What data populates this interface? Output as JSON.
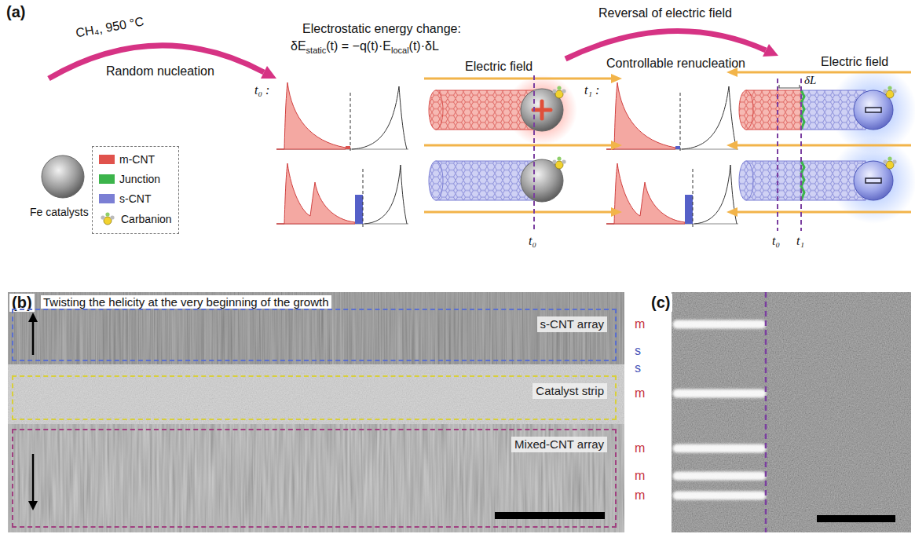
{
  "diagram": {
    "nodes": [
      {
        "text": [
          "s-CNT array"
        ]
      },
      {
        "text": [
          "Catalyst strip"
        ]
      },
      {
        "text": [
          "Mixed-CNT array"
        ]
      }
    ],
    "labels": [
      "(a)",
      "CH₄, 950 °C",
      "Random nucleation",
      "Fe catalysts",
      "Electrostatic energy change:",
      "δE",
      "static",
      "(t) = −q(t)·E",
      "local",
      "(t)·δL",
      "t₀ :",
      "Electric field",
      "t₀",
      "Reversal of electric field",
      "Controllable renucleation",
      "t₁ :",
      "Electric field",
      "δL",
      "t₀",
      "t₁",
      "(b)",
      "Twisting the helicity at the very beginning of the growth",
      "(c)",
      "m",
      "s",
      "s",
      "m",
      "m",
      "m",
      "m"
    ],
    "legend": [
      {
        "text": "m-CNT",
        "color": "#e0524c"
      },
      {
        "text": "Junction",
        "color": "#3cb44b"
      },
      {
        "text": "s-CNT",
        "color": "#7b7fd4"
      },
      {
        "text": "Carbanion"
      }
    ]
  }
}
